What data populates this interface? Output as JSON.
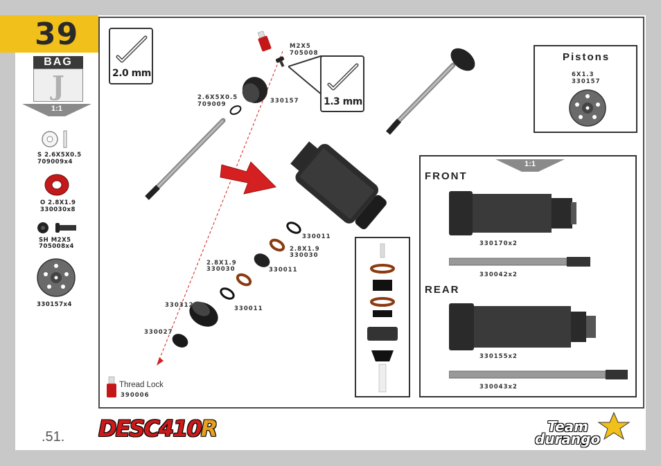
{
  "step": {
    "number": "39",
    "bag_title": "BAG",
    "bag_letter": "J",
    "scale": "1:1"
  },
  "sidebar_parts": [
    {
      "label": "S 2.6X5X0.5",
      "code": "709009x4"
    },
    {
      "label": "O 2.8X1.9",
      "code": "330030x8"
    },
    {
      "label": "SH M2X5",
      "code": "705008x4"
    },
    {
      "label": "",
      "code": "330157x4"
    }
  ],
  "tools": {
    "wrench_large": "2.0 mm",
    "wrench_small": "1.3 mm"
  },
  "callouts": {
    "m2x5_label": "M2X5",
    "m2x5_code": "705008",
    "washer_label": "2.6X5X0.5",
    "washer_code": "709009",
    "piston_code": "330157",
    "ring_top": "330011",
    "oring_a_label": "2.8X1.9",
    "oring_a_code": "330030",
    "ring_mid": "330011",
    "oring_b_label": "2.8X1.9",
    "oring_b_code": "330030",
    "ring_low": "330011",
    "cap_code": "330312",
    "bottom_code": "330027",
    "threadlock_label": "Thread Lock",
    "threadlock_code": "390006"
  },
  "pistons_box": {
    "title": "Pistons",
    "label": "6X1.3",
    "code": "330157"
  },
  "compare_box": {
    "scale": "1:1",
    "front": "FRONT",
    "front_body": "330170x2",
    "front_shaft": "330042x2",
    "rear": "REAR",
    "rear_body": "330155x2",
    "rear_shaft": "330043x2"
  },
  "footer": {
    "page": ".51.",
    "logo_main": "DESC410",
    "logo_suffix": "R",
    "brand_line1": "Team",
    "brand_line2": "durango"
  },
  "colors": {
    "tab_yellow": "#f2c01a",
    "arrow_red": "#d42020",
    "oring": "#8a3b10"
  }
}
